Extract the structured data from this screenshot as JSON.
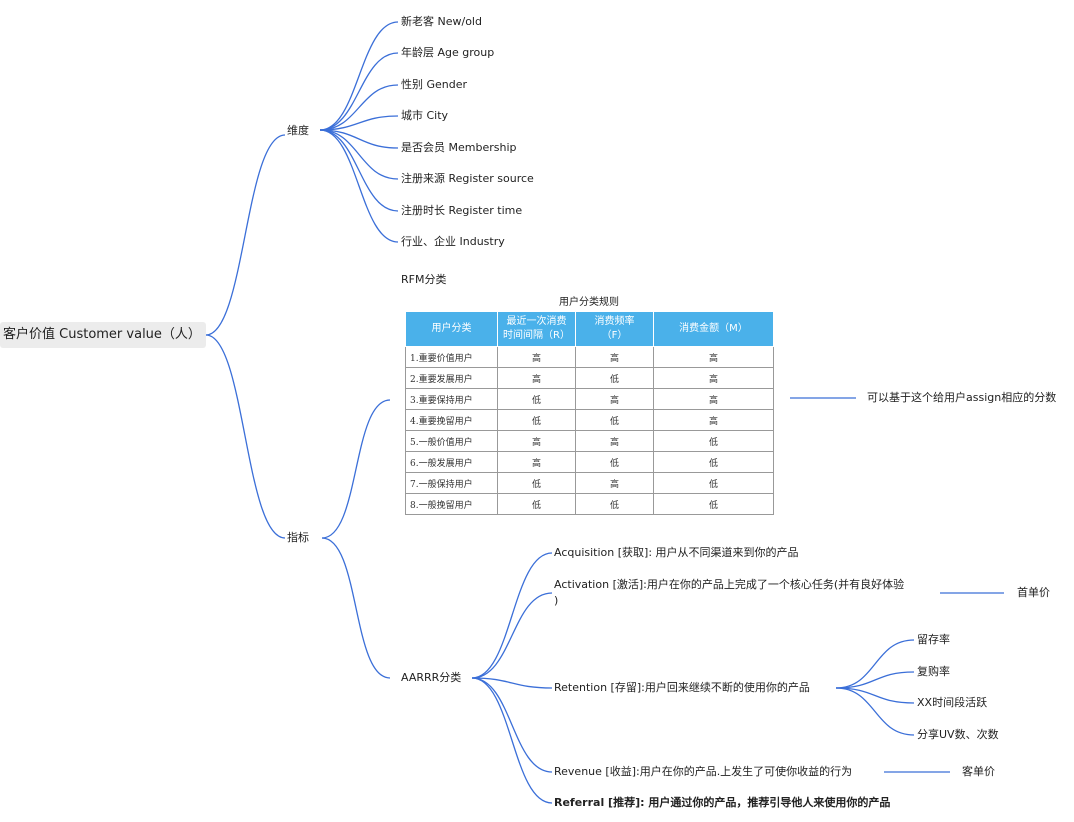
{
  "root": {
    "label": "客户价值 Customer value（人）"
  },
  "dimension": {
    "label": "维度",
    "items": [
      "新老客 New/old",
      "年龄层 Age group",
      "性别 Gender",
      "城市 City",
      "是否会员 Membership",
      "注册来源 Register source",
      "注册时长 Register time",
      "行业、企业 Industry"
    ]
  },
  "metrics": {
    "label": "指标",
    "rfm": {
      "label": "RFM分类",
      "table_title": "用户分类规则",
      "headers": [
        "用户分类",
        "最近一次消费\n时间间隔（R）",
        "消费频率\n（F）",
        "消费金额（M）"
      ],
      "rows": [
        [
          "1.重要价值用户",
          "高",
          "高",
          "高"
        ],
        [
          "2.重要发展用户",
          "高",
          "低",
          "高"
        ],
        [
          "3.重要保持用户",
          "低",
          "高",
          "高"
        ],
        [
          "4.重要挽留用户",
          "低",
          "低",
          "高"
        ],
        [
          "5.一般价值用户",
          "高",
          "高",
          "低"
        ],
        [
          "6.一般发展用户",
          "高",
          "低",
          "低"
        ],
        [
          "7.一般保持用户",
          "低",
          "高",
          "低"
        ],
        [
          "8.一般挽留用户",
          "低",
          "低",
          "低"
        ]
      ],
      "note": "可以基于这个给用户assign相应的分数"
    },
    "aarrr": {
      "label": "AARRR分类",
      "acquisition": "Acquisition [获取]: 用户从不同渠道来到你的产品",
      "activation_line1": "Activation [激活]:用户在你的产品上完成了一个核心任务(并有良好体验",
      "activation_line2": ")",
      "activation_child": "首单价",
      "retention": "Retention [存留]:用户回来继续不断的使用你的产品",
      "retention_children": [
        "留存率",
        "复购率",
        "XX时间段活跃",
        "分享UV数、次数"
      ],
      "revenue": "Revenue [收益]:用户在你的产品.上发生了可使你收益的行为",
      "revenue_child": "客单价",
      "referral": "Referral [推荐]: 用户通过你的产品，推荐引导他人来使用你的产品"
    }
  }
}
